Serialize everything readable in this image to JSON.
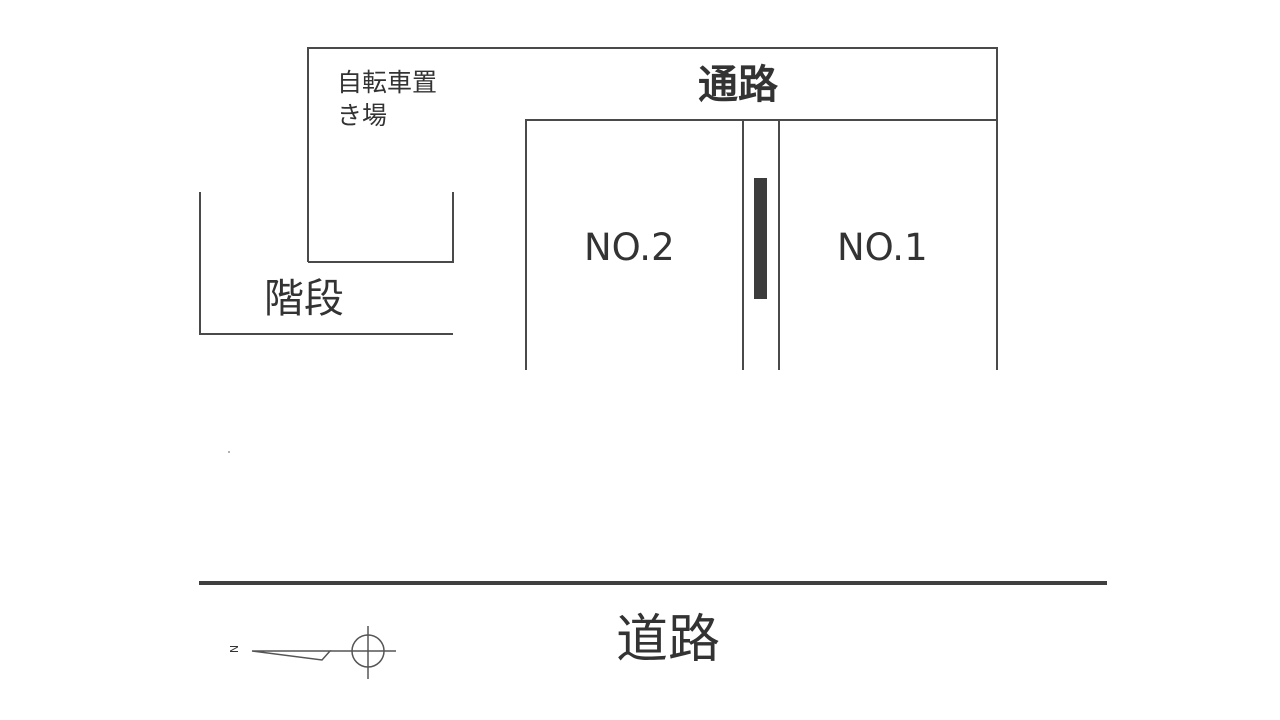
{
  "labels": {
    "bicycle_parking": "自転車置き場",
    "passage": "通路",
    "space_no2": "NO.2",
    "space_no1": "NO.1",
    "stairs": "階段",
    "road": "道路",
    "north": "N"
  },
  "colors": {
    "line": "#4a4a4a",
    "divider_bar": "#3c3c3c",
    "text": "#333333"
  }
}
